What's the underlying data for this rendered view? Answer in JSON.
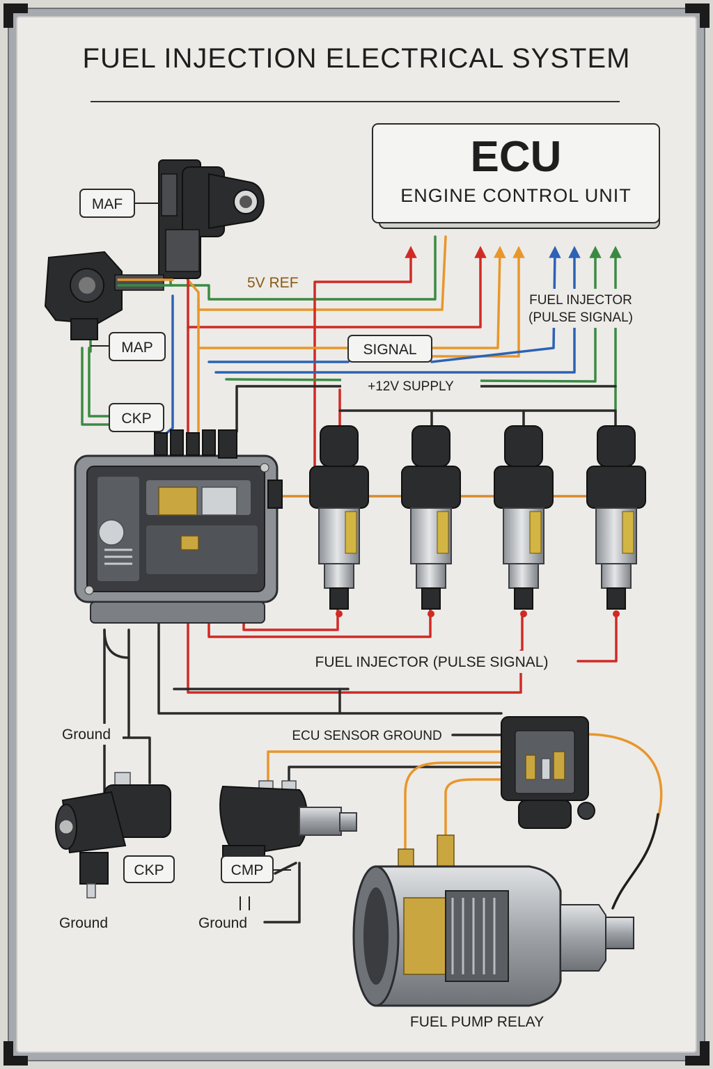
{
  "title": "FUEL INJECTION ELECTRICAL SYSTEM",
  "ecu": {
    "name": "ECU",
    "subtitle": "ENGINE CONTROL UNIT"
  },
  "labels": {
    "maf": "MAF",
    "map": "MAP",
    "ckp_top": "CKP",
    "ref_5v": "5V REF",
    "signal": "SIGNAL",
    "supply_12v": "+12V SUPPLY",
    "injector_top_line1": "FUEL INJECTOR",
    "injector_top_line2": "(PULSE SIGNAL)",
    "injector_pulse": "FUEL INJECTOR (PULSE SIGNAL)",
    "ground_left": "Ground",
    "sensor_ground": "ECU SENSOR GROUND",
    "ckp_bottom": "CKP",
    "cmp": "CMP",
    "ground_ckp": "Ground",
    "ground_cmp": "Ground",
    "fuel_pump_relay": "FUEL PUMP RELAY"
  },
  "colors": {
    "red": "#d02a25",
    "orange": "#e8962b",
    "green": "#3b8a43",
    "blue": "#2d62b5",
    "black": "#2a2a2a",
    "board": "#ecebe7",
    "frame": "#9da0a4"
  }
}
